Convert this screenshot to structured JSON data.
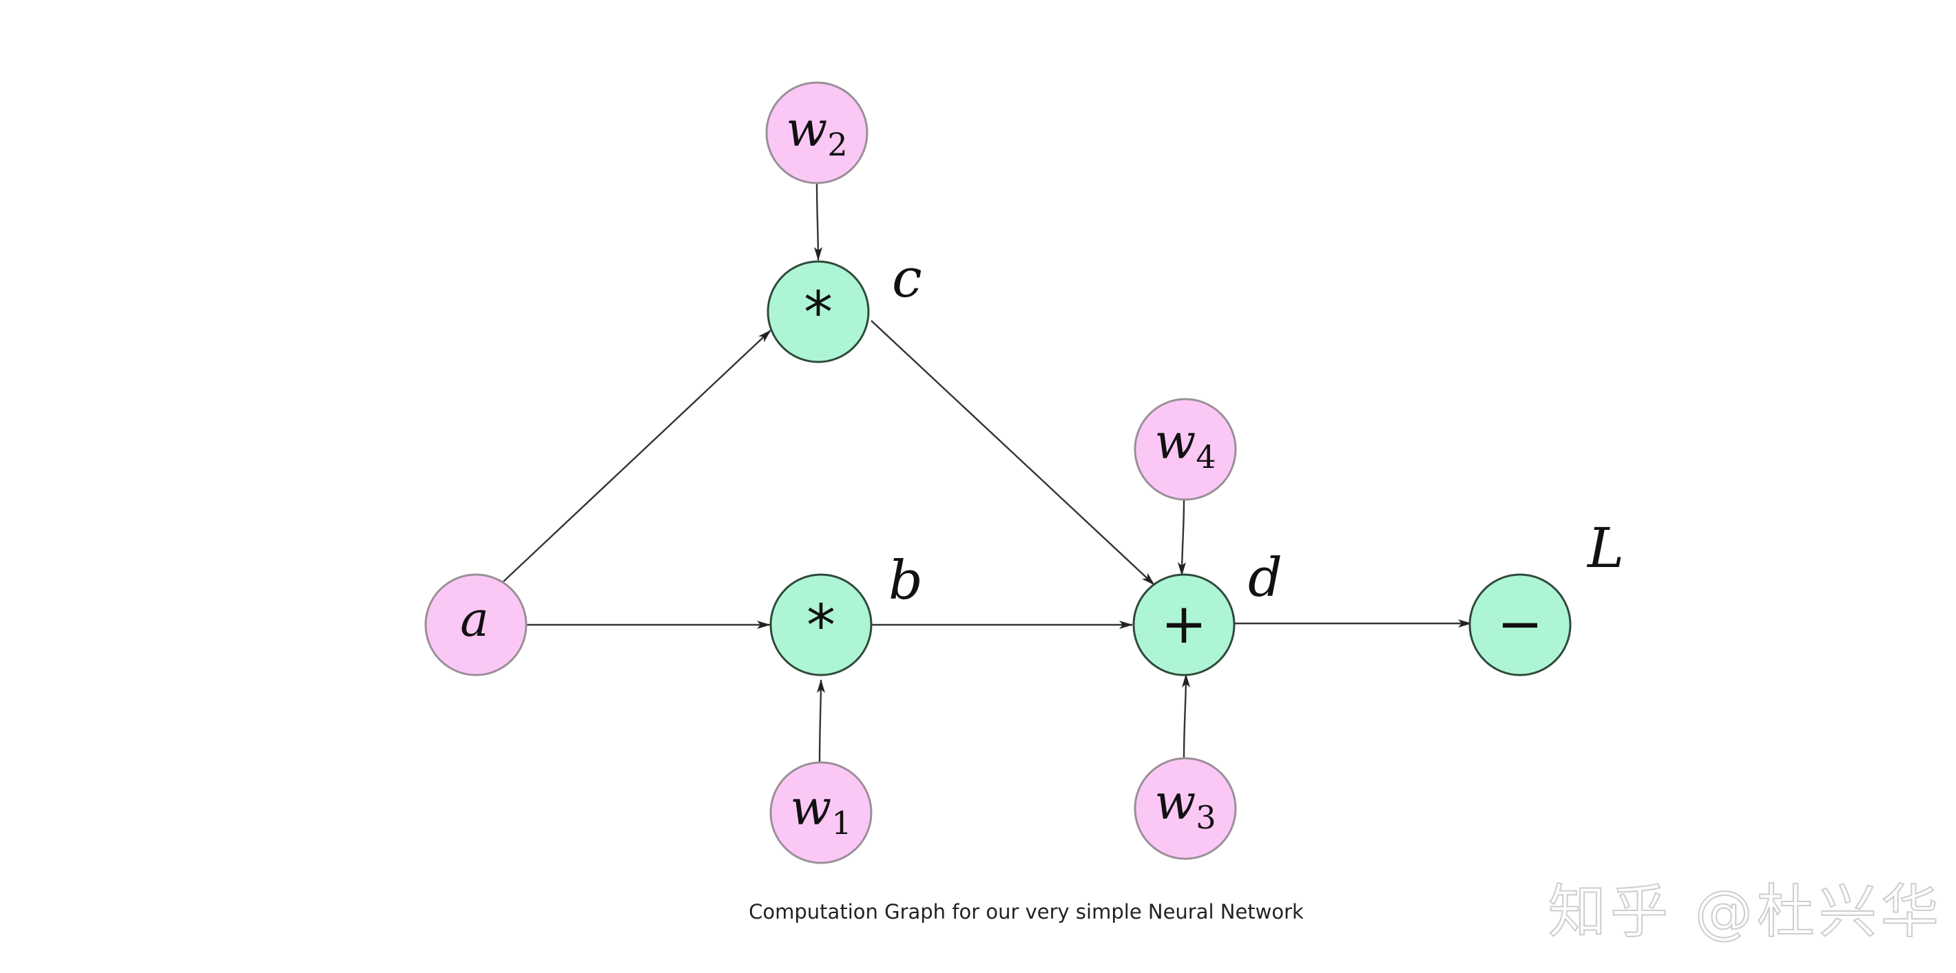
{
  "colors": {
    "input_fill": "#fbc8f6",
    "input_stroke": "#9a8f98",
    "op_fill": "#aef5d6",
    "op_stroke": "#2e4a3a",
    "edge": "#333333"
  },
  "nodes": {
    "a": {
      "base": "a",
      "sub": ""
    },
    "w1": {
      "base": "w",
      "sub": "1"
    },
    "w2": {
      "base": "w",
      "sub": "2"
    },
    "w3": {
      "base": "w",
      "sub": "3"
    },
    "w4": {
      "base": "w",
      "sub": "4"
    },
    "mul_c": {
      "symbol": "*",
      "label": "c"
    },
    "mul_b": {
      "symbol": "*",
      "label": "b"
    },
    "add_d": {
      "symbol": "+",
      "label": "d"
    },
    "neg_L": {
      "symbol": "−",
      "label": "L"
    }
  },
  "edges": [
    {
      "from": "a",
      "to": "mul_c"
    },
    {
      "from": "a",
      "to": "mul_b"
    },
    {
      "from": "w2",
      "to": "mul_c"
    },
    {
      "from": "w1",
      "to": "mul_b"
    },
    {
      "from": "mul_c",
      "to": "add_d"
    },
    {
      "from": "mul_b",
      "to": "add_d"
    },
    {
      "from": "w4",
      "to": "add_d"
    },
    {
      "from": "w3",
      "to": "add_d"
    },
    {
      "from": "add_d",
      "to": "neg_L"
    }
  ],
  "caption": "Computation Graph for our very simple Neural Network",
  "watermark": "知乎 @杜兴华"
}
